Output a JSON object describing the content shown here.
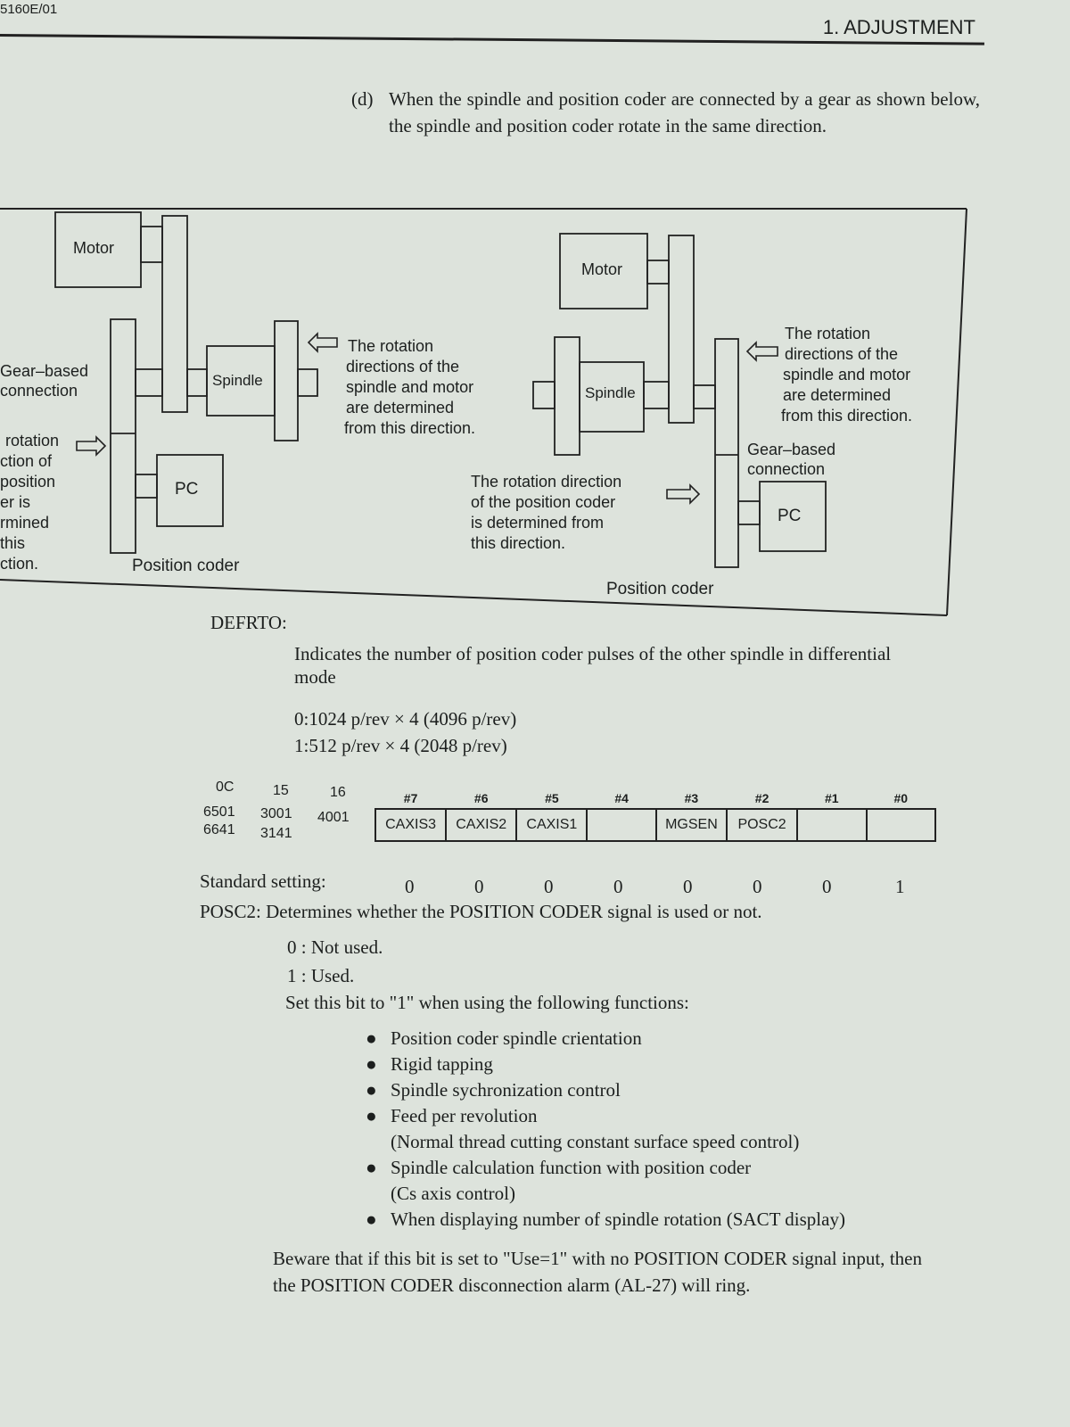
{
  "header": {
    "doc_code": "5160E/01",
    "section": "1. ADJUSTMENT"
  },
  "para_d": {
    "label": "(d)",
    "text": "When the spindle and position coder are connected by a gear as shown below, the spindle and position coder rotate in the same direction."
  },
  "diagram": {
    "left": {
      "motor": "Motor",
      "spindle": "Spindle",
      "pc": "PC",
      "gear_label": [
        "Gear–based",
        "connection"
      ],
      "spindle_note": [
        "The rotation",
        "directions of the",
        "spindle and motor",
        "are determined",
        "from this direction."
      ],
      "coder_note": [
        "rotation",
        "ction of",
        "position",
        "er is",
        "rmined",
        "this",
        "ction."
      ],
      "position_coder": "Position coder"
    },
    "right": {
      "motor": "Motor",
      "spindle": "Spindle",
      "pc": "PC",
      "spindle_note": [
        "The rotation",
        "directions of the",
        "spindle and motor",
        "are determined",
        "from this direction."
      ],
      "gear_label": [
        "Gear–based",
        "connection"
      ],
      "coder_note": [
        "The rotation direction",
        "of the position coder",
        "is determined from",
        "this direction."
      ],
      "position_coder": "Position coder"
    }
  },
  "defrto": {
    "name": "DEFRTO:",
    "description": "Indicates the number of position coder pulses of the other spindle in differential mode",
    "options": [
      "0:1024 p/rev × 4 (4096 p/rev)",
      "1:512 p/rev × 4 (2048 p/rev)"
    ]
  },
  "param": {
    "series": [
      "0C",
      "15",
      "16"
    ],
    "row1": [
      "6501",
      "3001",
      "4001"
    ],
    "row2": [
      "6641",
      "3141"
    ],
    "bit_headers": [
      "#7",
      "#6",
      "#5",
      "#4",
      "#3",
      "#2",
      "#1",
      "#0"
    ],
    "bit_names": [
      "CAXIS3",
      "CAXIS2",
      "CAXIS1",
      "",
      "MGSEN",
      "POSC2",
      "",
      ""
    ],
    "standard_label": "Standard setting:",
    "standard_values": [
      "0",
      "0",
      "0",
      "0",
      "0",
      "0",
      "0",
      "1"
    ]
  },
  "posc2": {
    "text": "POSC2: Determines whether the POSITION CODER signal is used or not.",
    "options": [
      "0 :  Not used.",
      "1 :  Used."
    ],
    "set_bit": "Set this bit to \"1\" when using the following functions:",
    "functions": [
      {
        "text": "Position coder spindle crientation",
        "note": ""
      },
      {
        "text": "Rigid tapping",
        "note": ""
      },
      {
        "text": "Spindle sychronization control",
        "note": ""
      },
      {
        "text": "Feed per revolution",
        "note": "(Normal thread cutting constant surface speed control)"
      },
      {
        "text": "Spindle calculation function with position coder",
        "note": "(Cs axis control)"
      },
      {
        "text": "When displaying number of spindle rotation (SACT display)",
        "note": ""
      }
    ],
    "warning": "Beware that if this bit is set to \"Use=1\" with no POSITION CODER signal input, then the POSITION CODER disconnection alarm (AL-27) will ring."
  }
}
